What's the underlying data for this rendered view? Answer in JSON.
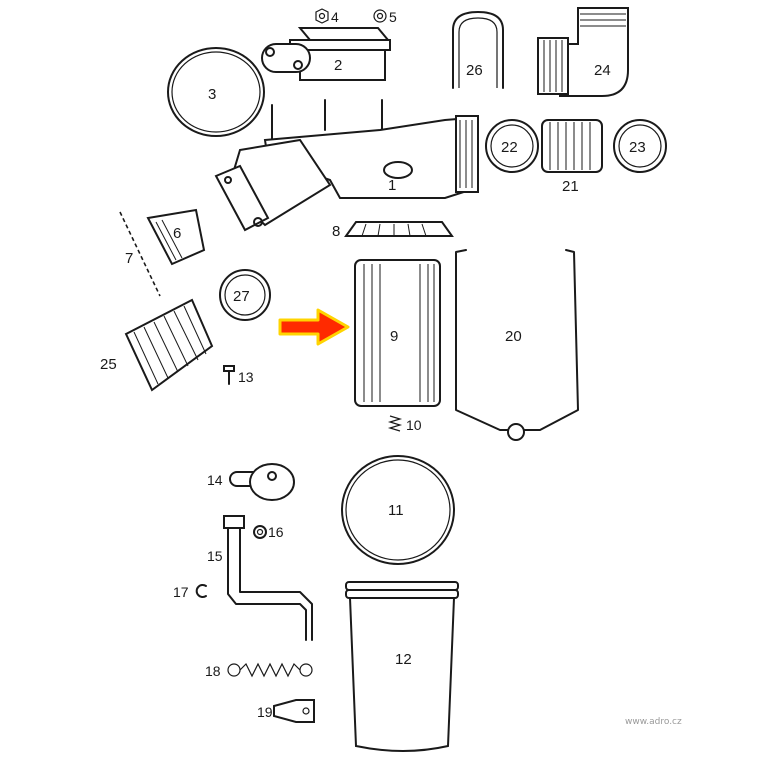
{
  "labels": {
    "p1": "1",
    "p2": "2",
    "p3": "3",
    "p4": "4",
    "p5": "5",
    "p6": "6",
    "p7": "7",
    "p8": "8",
    "p9": "9",
    "p10": "10",
    "p11": "11",
    "p12": "12",
    "p13": "13",
    "p14": "14",
    "p15": "15",
    "p16": "16",
    "p17": "17",
    "p18": "18",
    "p19": "19",
    "p20": "20",
    "p21": "21",
    "p22": "22",
    "p23": "23",
    "p24": "24",
    "p25": "25",
    "p26": "26",
    "p27": "27"
  },
  "watermark": "www.adro.cz",
  "colors": {
    "arrow_fill": "#ff2a00",
    "arrow_stroke": "#ffd400",
    "line": "#1a1a1a"
  }
}
